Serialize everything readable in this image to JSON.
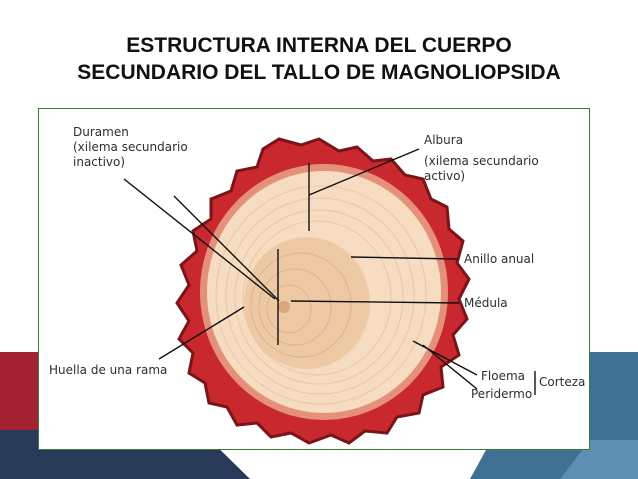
{
  "title": {
    "line1": "ESTRUCTURA INTERNA DEL CUERPO",
    "line2": "SECUNDARIO DEL TALLO DE  MAGNOLIOPSIDA"
  },
  "colors": {
    "bark": "#c8282e",
    "bark_dark": "#7a1418",
    "sapwood": "#f6dcc0",
    "heartwood": "#edc9a4",
    "frame_border": "#3d7a3d",
    "deco_red": "#a32231",
    "deco_navy": "#283a57",
    "deco_blue": "#3f7193"
  },
  "labels": {
    "duramen": [
      "Duramen",
      "(xilema secundario",
      "inactivo)"
    ],
    "albura": [
      "Albura",
      "(xilema secundario",
      "activo)"
    ],
    "anillo": "Anillo anual",
    "medula": "Médula",
    "huella": "Huella de una rama",
    "floema": "Floema",
    "peridermo": "Peridermo",
    "corteza": "Corteza"
  }
}
